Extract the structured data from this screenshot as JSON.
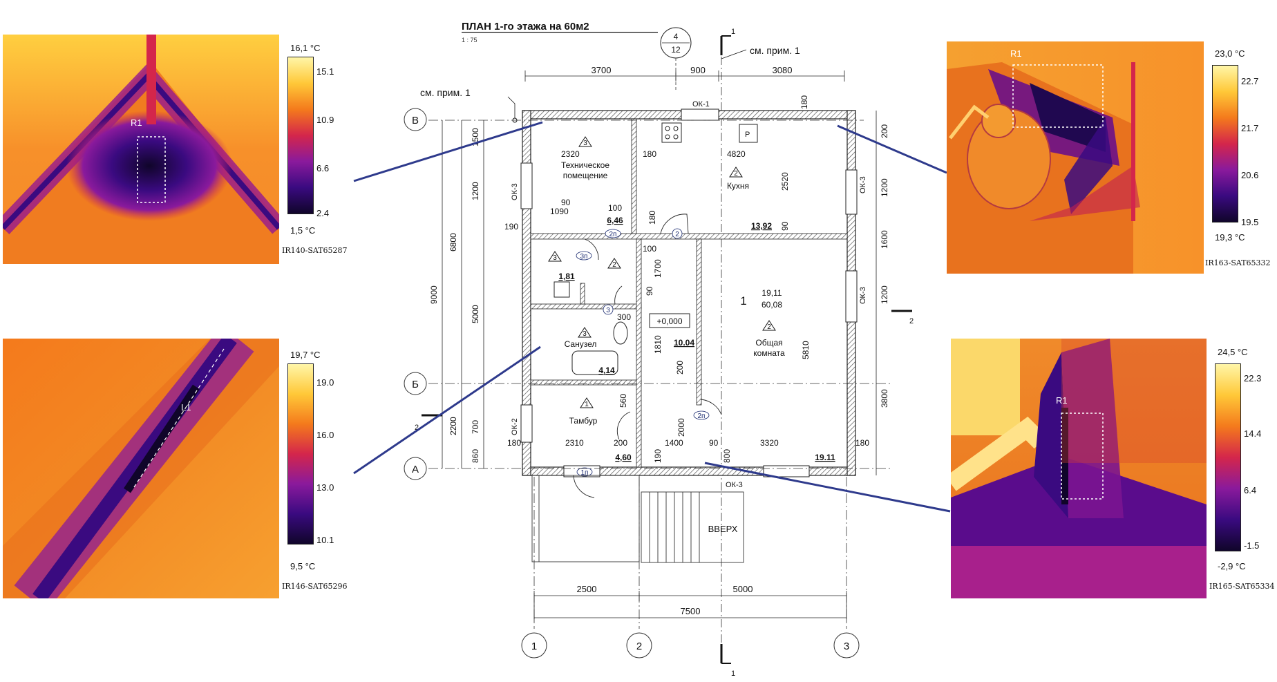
{
  "plan": {
    "title": "ПЛАН 1-го этажа на 60м2",
    "scale": "1 : 75",
    "note_text": "см. прим. 1",
    "section_label": "1",
    "section2_label": "2",
    "axis_letters": [
      "В",
      "Б",
      "А"
    ],
    "axis_numbers": [
      "1",
      "2",
      "3"
    ],
    "ref_mark": {
      "top": "4",
      "bottom": "12"
    },
    "top_dims": [
      "3700",
      "900",
      "3080"
    ],
    "bottom_dims": [
      "2500",
      "5000",
      "7500"
    ],
    "left_dims": [
      "9000",
      "6800",
      "5000",
      "2200",
      "1200",
      "1500",
      "700",
      "860"
    ],
    "right_dims": [
      "200",
      "1200",
      "1600",
      "1200",
      "3800"
    ],
    "inner_dims": [
      "2320",
      "180",
      "4820",
      "1090",
      "90",
      "100",
      "190",
      "100",
      "180",
      "1700",
      "90",
      "300",
      "1810",
      "2520",
      "90",
      "200",
      "2000",
      "560",
      "2310",
      "200",
      "1400",
      "90",
      "3320",
      "180",
      "180",
      "190",
      "800",
      "5810",
      "180"
    ],
    "windows": [
      "ОК-1",
      "ОК-3",
      "ОК-3",
      "ОК-3",
      "ОК-2",
      "ОК-3"
    ],
    "rooms": [
      {
        "num": "3",
        "name1": "Техническое",
        "name2": "помещение",
        "area": "6,46"
      },
      {
        "num": "2",
        "name1": "Кухня",
        "area": "13,92"
      },
      {
        "num": "3",
        "area": "1,81"
      },
      {
        "num": "2",
        "label": "1",
        "area1": "19,11",
        "area2": "60,08",
        "name1": "Общая",
        "name2": "комната",
        "area": "19.11"
      },
      {
        "num": "3",
        "name1": "Санузел",
        "area": "4,14"
      },
      {
        "num": "1",
        "name1": "Тамбур",
        "area": "4,60"
      },
      {
        "area": "10.04"
      }
    ],
    "level": "+0,000",
    "stair": "ВВЕРХ",
    "doors": [
      "2п",
      "2",
      "3п",
      "2",
      "3",
      "2п",
      "1п"
    ],
    "kitchen_sign": "Р"
  },
  "thermograms": [
    {
      "id": "IR140-SAT65287",
      "tmax": "16,1 °C",
      "tmin": "1,5 °C",
      "ticks": [
        "15.1",
        "10.9",
        "6.6",
        "2.4"
      ],
      "marker": "R1"
    },
    {
      "id": "IR146-SAT65296",
      "tmax": "19,7 °C",
      "tmin": "9,5 °C",
      "ticks": [
        "19.0",
        "16.0",
        "13.0",
        "10.1"
      ],
      "marker": "L1"
    },
    {
      "id": "IR163-SAT65332",
      "tmax": "23,0 °C",
      "tmin": "19,3 °C",
      "ticks": [
        "22.7",
        "21.7",
        "20.6",
        "19.5"
      ],
      "marker": "R1"
    },
    {
      "id": "IR165-SAT65334",
      "tmax": "24,5 °C",
      "tmin": "-2,9 °C",
      "ticks": [
        "22.3",
        "14.4",
        "6.4",
        "-1.5"
      ],
      "marker": "R1"
    }
  ],
  "colors": {
    "leader": "#2e3a8c",
    "hatch": "#555555",
    "palette": [
      "#fff6a8",
      "#ffc838",
      "#f47a1c",
      "#d4264b",
      "#8a1a9c",
      "#3a0a80",
      "#10052a"
    ]
  }
}
